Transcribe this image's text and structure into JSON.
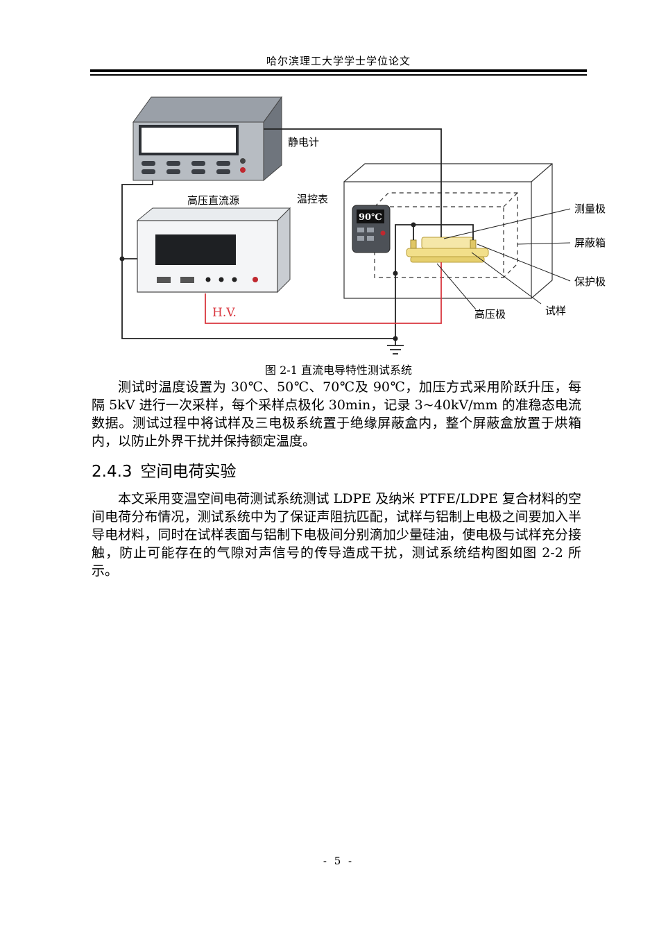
{
  "header": {
    "title": "哈尔滨理工大学学士学位论文"
  },
  "figure": {
    "caption": "图 2-1 直流电导特性测试系统",
    "labels": {
      "electrometer": "静电计",
      "hv_source": "高压直流源",
      "temp_controller": "温控表",
      "temp_display": "90℃",
      "measure_electrode": "测量极",
      "shield_box": "屏蔽箱",
      "guard_electrode": "保护极",
      "specimen": "试样",
      "hv_electrode": "高压极",
      "hv": "H.V."
    }
  },
  "body": {
    "paragraph1": "测试时温度设置为 30℃、50℃、70℃及 90℃，加压方式采用阶跃升压，每隔 5kV 进行一次采样，每个采样点极化 30min，记录 3~40kV/mm 的准稳态电流数据。测试过程中将试样及三电极系统置于绝缘屏蔽盒内，整个屏蔽盒放置于烘箱内，以防止外界干扰并保持额定温度。",
    "section_number": "2.4.3",
    "section_title": "空间电荷实验",
    "paragraph2": "本文采用变温空间电荷测试系统测试 LDPE 及纳米 PTFE/LDPE 复合材料的空间电荷分布情况，测试系统中为了保证声阻抗匹配，试样与铝制上电极之间要加入半导电材料，同时在试样表面与铝制下电极间分别滴加少量硅油，使电极与试样充分接触，防止可能存在的气隙对声信号的传导造成干扰，测试系统结构图如图 2-2 所示。"
  },
  "footer": {
    "page": "- 5 -"
  },
  "colors": {
    "hv_wire": "#d9363e",
    "specimen": "#f2df8a"
  }
}
